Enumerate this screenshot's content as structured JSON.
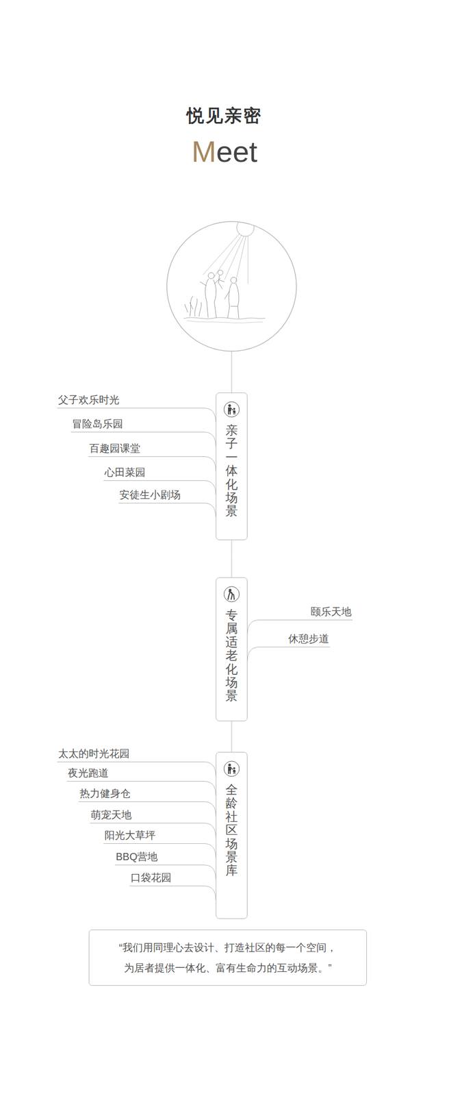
{
  "diagram": {
    "title": "悦见亲密",
    "nodes": [
      {
        "text": [
          "亲子一体化场景"
        ]
      },
      {
        "text": [
          "专属适老化场景"
        ]
      },
      {
        "text": [
          "全龄社区场景库"
        ]
      },
      {
        "text": [
          "“我们用同理心去设计、打造社区的每一个空间， 为居者提供一体化、富有生命力的互动场景。”"
        ]
      }
    ],
    "edges": [
      {
        "from": 0,
        "to": 1,
        "arrow": "none"
      },
      {
        "from": 1,
        "to": 2,
        "arrow": "none"
      }
    ],
    "labels": [
      "Meet",
      "父子欢乐时光",
      "冒险岛乐园",
      "百趣园课堂",
      "心田菜园",
      "安徒生小剧场",
      "颐乐天地",
      "休憩步道",
      "太太的时光花园",
      "夜光跑道",
      "热力健身仓",
      "萌宠天地",
      "阳光大草坪",
      "BBQ营地",
      "口袋花园"
    ]
  }
}
